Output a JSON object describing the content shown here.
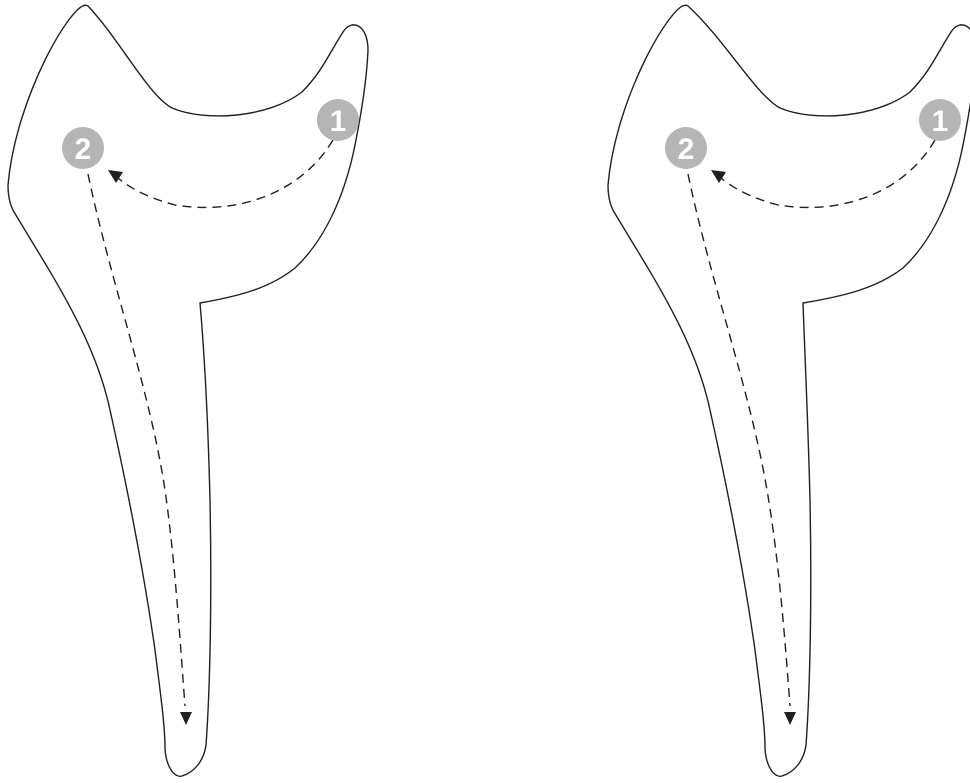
{
  "figures": [
    {
      "steps": [
        {
          "label": "1"
        },
        {
          "label": "2"
        }
      ]
    },
    {
      "steps": [
        {
          "label": "1"
        },
        {
          "label": "2"
        }
      ]
    }
  ],
  "colors": {
    "outline": "#231f20",
    "step_marker": "#b5b5b6",
    "step_text": "#ffffff"
  }
}
